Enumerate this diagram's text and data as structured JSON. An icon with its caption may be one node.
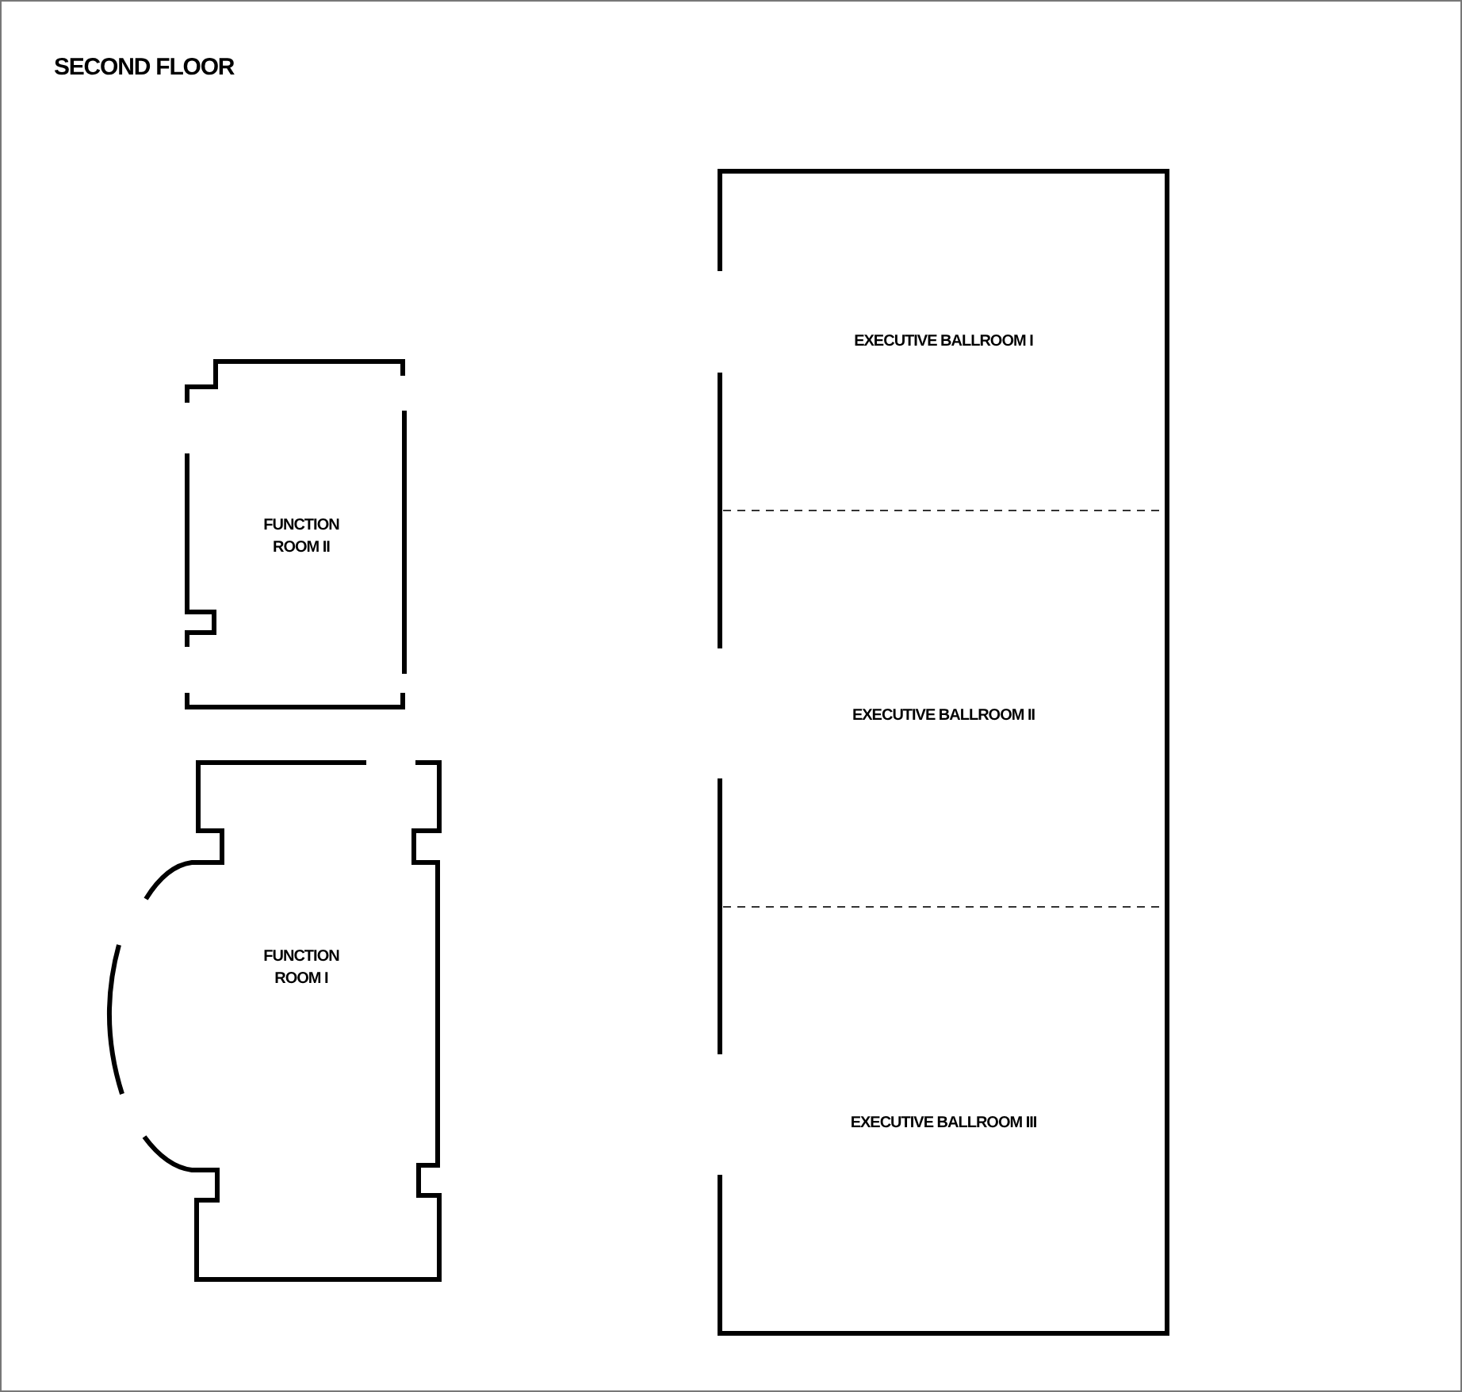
{
  "diagram": {
    "title": "SECOND FLOOR",
    "nodes": [
      {
        "text": [
          "FUNCTION ROOM II"
        ]
      },
      {
        "text": [
          "FUNCTION ROOM I"
        ]
      },
      {
        "text": [
          "EXECUTIVE BALLROOM I"
        ]
      },
      {
        "text": [
          "EXECUTIVE BALLROOM II"
        ]
      },
      {
        "text": [
          "EXECUTIVE BALLROOM III"
        ]
      }
    ],
    "edges": []
  }
}
